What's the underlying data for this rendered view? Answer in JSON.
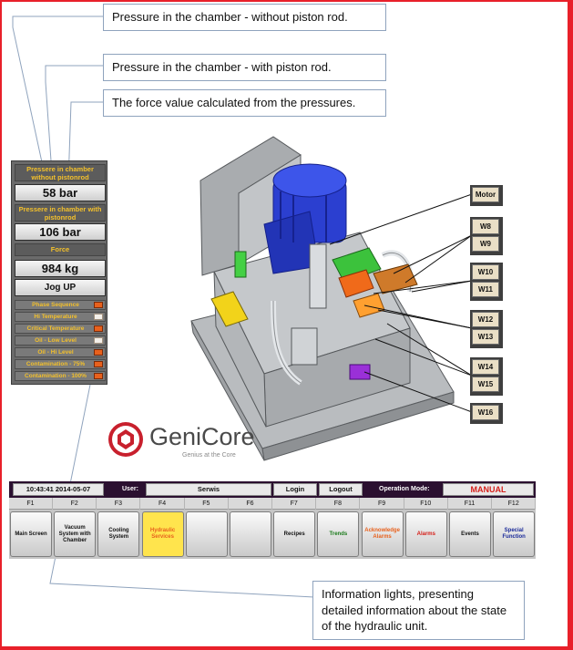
{
  "colors": {
    "frame": "#e8202a",
    "panel_label_text": "#f3c02b",
    "alarm_lamp": "#e8611d",
    "active_softkey": "#ffe44d",
    "status_bar": "#2b1030",
    "mode_text": "#d5201a",
    "logo_red": "#c8202d"
  },
  "callouts": {
    "pressure_without": "Pressure in the chamber - without piston rod.",
    "pressure_with": "Pressure in the chamber - with piston rod.",
    "force": "The force value calculated from the pressures.",
    "lights": "Information lights, presenting detailed information about the state of the hydraulic unit."
  },
  "panel": {
    "label_pressure_without": "Pressere in chamber without pistonrod",
    "value_pressure_without": "58 bar",
    "label_pressure_with": "Pressere in chamber with pistonrod",
    "value_pressure_with": "106 bar",
    "label_force": "Force",
    "value_force": "984 kg",
    "jog_button": "Jog UP",
    "alarms": [
      {
        "label": "Phase Sequence",
        "lamp": "orange"
      },
      {
        "label": "Hi Temperature",
        "lamp": "white"
      },
      {
        "label": "Critical Temperature",
        "lamp": "orange"
      },
      {
        "label": "Oil - Low Level",
        "lamp": "white"
      },
      {
        "label": "Oil - Hi Level",
        "lamp": "orange"
      },
      {
        "label": "Contamination - 75%",
        "lamp": "orange"
      },
      {
        "label": "Contamination - 100%",
        "lamp": "orange"
      }
    ]
  },
  "component_tags": {
    "motor": "Motor",
    "w8": "W8",
    "w9": "W9",
    "w10": "W10",
    "w11": "W11",
    "w12": "W12",
    "w13": "W13",
    "w14": "W14",
    "w15": "W15",
    "w16": "W16"
  },
  "logo": {
    "name": "GeniCore",
    "tagline": "Genius at the Core"
  },
  "status_bar": {
    "datetime": "10:43:41 2014-05-07",
    "user_label": "User:",
    "user_value": "Serwis",
    "login": "Login",
    "logout": "Logout",
    "mode_label": "Operation Mode:",
    "mode_value": "MANUAL"
  },
  "fkeys": [
    "F1",
    "F2",
    "F3",
    "F4",
    "F5",
    "F6",
    "F7",
    "F8",
    "F9",
    "F10",
    "F11",
    "F12"
  ],
  "softkeys": [
    {
      "label": "Main Screen",
      "color": "#111111",
      "active": false
    },
    {
      "label": "Vacuum System with Chamber",
      "color": "#111111",
      "active": false
    },
    {
      "label": "Cooling System",
      "color": "#111111",
      "active": false
    },
    {
      "label": "Hydraulic Services",
      "color": "#e8611d",
      "active": true
    },
    {
      "label": "",
      "color": "#111111",
      "active": false
    },
    {
      "label": "",
      "color": "#111111",
      "active": false
    },
    {
      "label": "Recipes",
      "color": "#111111",
      "active": false
    },
    {
      "label": "Trends",
      "color": "#1a7a1a",
      "active": false
    },
    {
      "label": "Acknowledge Alarms",
      "color": "#e8611d",
      "active": false
    },
    {
      "label": "Alarms",
      "color": "#d5201a",
      "active": false
    },
    {
      "label": "Events",
      "color": "#111111",
      "active": false
    },
    {
      "label": "Special Function",
      "color": "#1a2a9a",
      "active": false
    }
  ]
}
